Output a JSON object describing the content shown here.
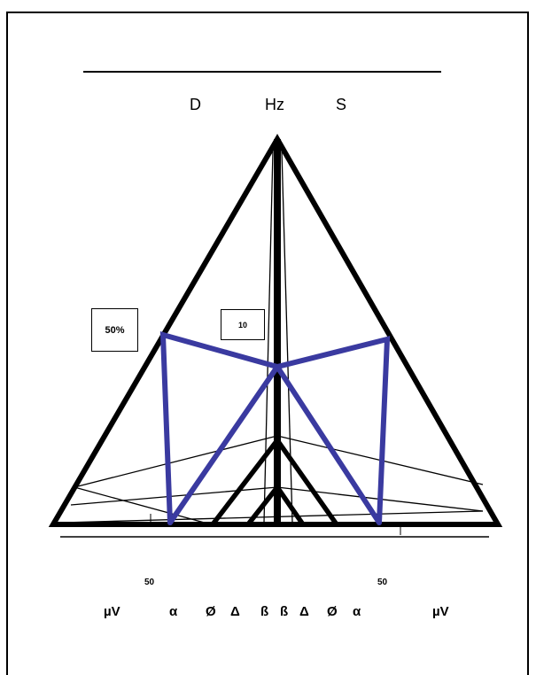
{
  "header": {
    "left": "D",
    "center": "Hz",
    "right": "S"
  },
  "boxes": {
    "percent": "50%",
    "value": "10"
  },
  "footer": {
    "superscript_left": "50",
    "superscript_right": "50",
    "symbols": [
      "µV",
      "α",
      "Ø",
      "Δ",
      "ß",
      "ß",
      "Δ",
      "Ø",
      "α",
      "µV"
    ]
  },
  "colors": {
    "line": "#000000",
    "accent": "#3a3aa0"
  }
}
